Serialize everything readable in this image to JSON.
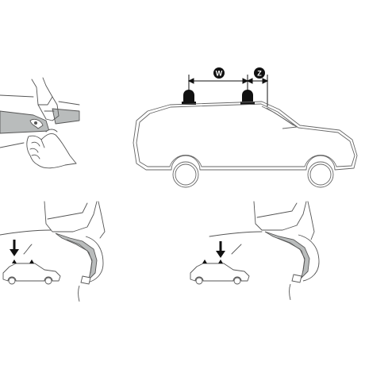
{
  "diagram": {
    "dimensions": {
      "w_label": "W",
      "z_label": "Z"
    },
    "colors": {
      "line": "#555555",
      "dark": "#111111",
      "rail_fill": "#b9bcbc",
      "skin": "#ffffff",
      "bg": "#ffffff"
    },
    "panels": [
      {
        "id": "hand-clamp-detail",
        "icons": [
          "hand-icon",
          "door-frame-icon"
        ]
      },
      {
        "id": "car-side-view",
        "icons": [
          "car-icon",
          "foot-icon"
        ]
      },
      {
        "id": "front-door-detail",
        "icons": [
          "door-frame-icon",
          "clamp-icon",
          "mini-car-icon",
          "down-arrow-icon"
        ]
      },
      {
        "id": "rear-door-detail",
        "icons": [
          "door-frame-icon",
          "clamp-icon",
          "mini-car-icon",
          "down-arrow-icon"
        ]
      }
    ]
  }
}
